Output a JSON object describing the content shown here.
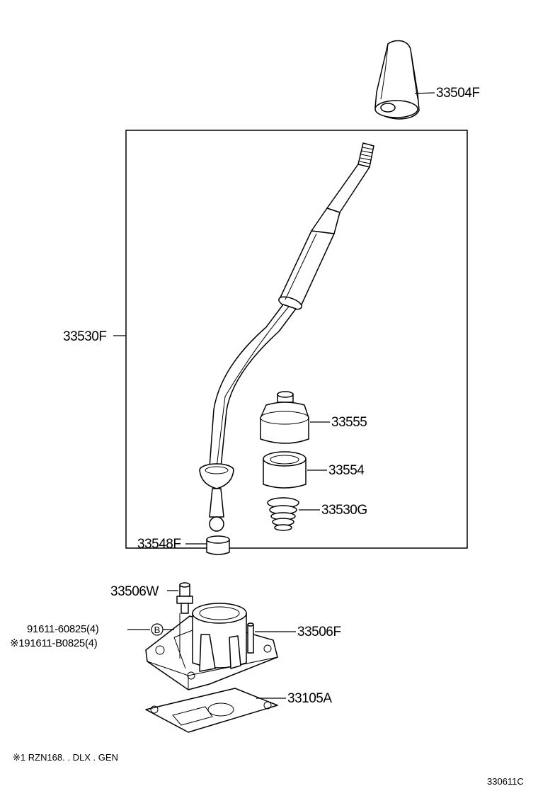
{
  "labels": {
    "knob": "33504F",
    "lever": "33530F",
    "boot_upper": "33555",
    "bushing": "33554",
    "spring": "33530G",
    "collar": "33548F",
    "breather": "33506W",
    "bolt_std": "91611-60825(4)",
    "bolt_alt": "※191611-B0825(4)",
    "bolt_marker": "B",
    "retainer": "33506F",
    "gasket": "33105A"
  },
  "footnote": "※1 RZN168. . DLX . GEN",
  "figure_id": "330611C"
}
